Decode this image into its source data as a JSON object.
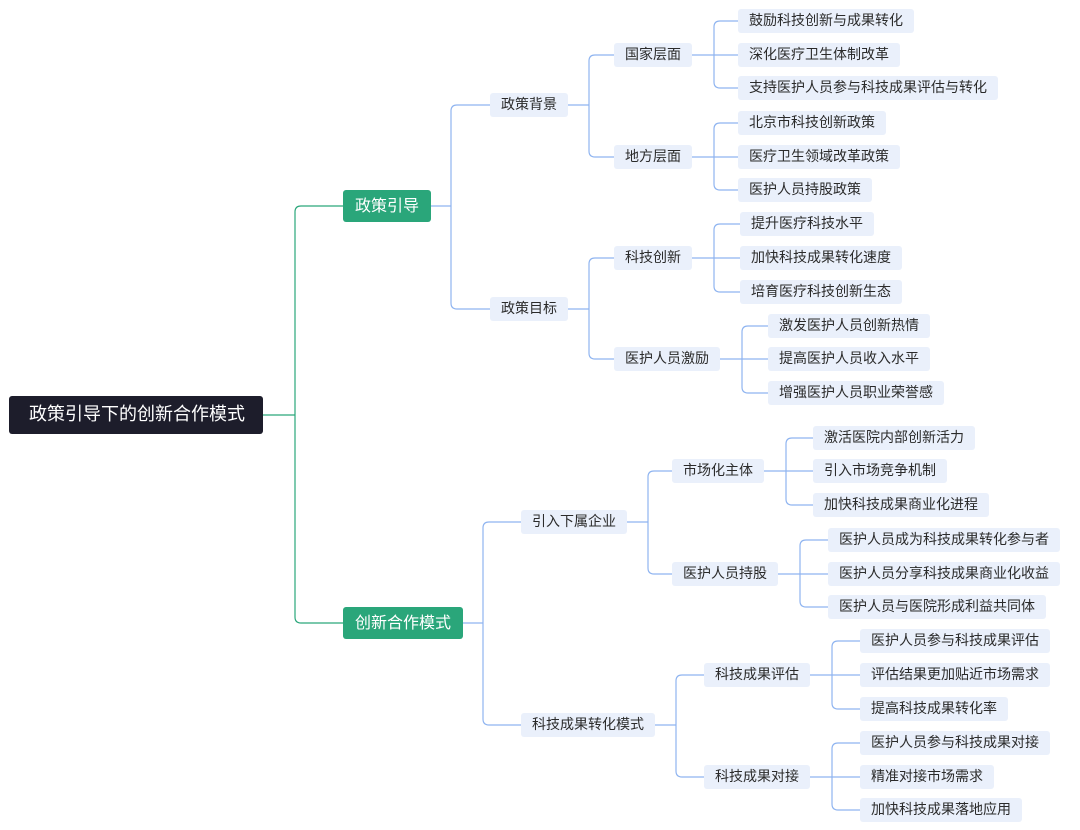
{
  "root": "政策引导下的创新合作模式",
  "branches": [
    {
      "label": "政策引导",
      "children": [
        {
          "label": "政策背景",
          "children": [
            {
              "label": "国家层面",
              "leaves": [
                "鼓励科技创新与成果转化",
                "深化医疗卫生体制改革",
                "支持医护人员参与科技成果评估与转化"
              ]
            },
            {
              "label": "地方层面",
              "leaves": [
                "北京市科技创新政策",
                "医疗卫生领域改革政策",
                "医护人员持股政策"
              ]
            }
          ]
        },
        {
          "label": "政策目标",
          "children": [
            {
              "label": "科技创新",
              "leaves": [
                "提升医疗科技水平",
                "加快科技成果转化速度",
                "培育医疗科技创新生态"
              ]
            },
            {
              "label": "医护人员激励",
              "leaves": [
                "激发医护人员创新热情",
                "提高医护人员收入水平",
                "增强医护人员职业荣誉感"
              ]
            }
          ]
        }
      ]
    },
    {
      "label": "创新合作模式",
      "children": [
        {
          "label": "引入下属企业",
          "children": [
            {
              "label": "市场化主体",
              "leaves": [
                "激活医院内部创新活力",
                "引入市场竞争机制",
                "加快科技成果商业化进程"
              ]
            },
            {
              "label": "医护人员持股",
              "leaves": [
                "医护人员成为科技成果转化参与者",
                "医护人员分享科技成果商业化收益",
                "医护人员与医院形成利益共同体"
              ]
            }
          ]
        },
        {
          "label": "科技成果转化模式",
          "children": [
            {
              "label": "科技成果评估",
              "leaves": [
                "医护人员参与科技成果评估",
                "评估结果更加贴近市场需求",
                "提高科技成果转化率"
              ]
            },
            {
              "label": "科技成果对接",
              "leaves": [
                "医护人员参与科技成果对接",
                "精准对接市场需求",
                "加快科技成果落地应用"
              ]
            }
          ]
        }
      ]
    }
  ],
  "colors": {
    "root_bg": "#1d1d2b",
    "level1_bg": "#2aa67a",
    "node_bg": "#eaf0fb",
    "green_line": "#2aa67a",
    "blue_line": "#8fb4f0"
  }
}
